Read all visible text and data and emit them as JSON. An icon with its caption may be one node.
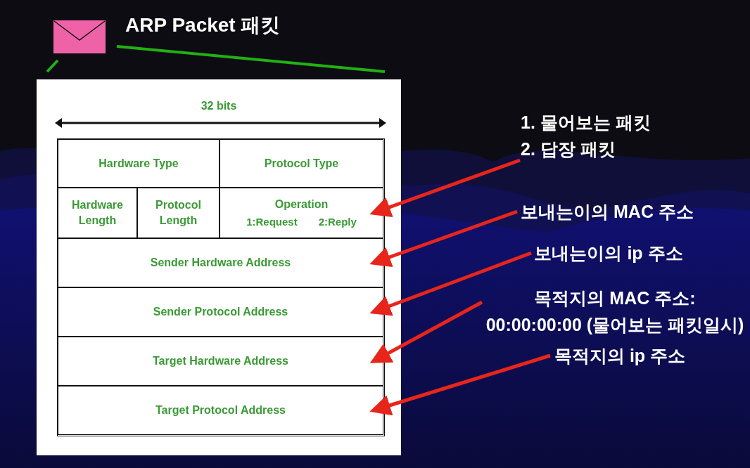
{
  "diagram": {
    "title": "ARP Packet 패킷",
    "nodes": [
      {
        "text": [
          "Hardware Type"
        ]
      },
      {
        "text": [
          "Protocol Type"
        ]
      },
      {
        "text": [
          "Hardware Length"
        ]
      },
      {
        "text": [
          "Protocol Length"
        ]
      },
      {
        "text": [
          "Operation",
          "1:Request",
          "2:Reply"
        ]
      },
      {
        "text": [
          "Sender Hardware Address"
        ]
      },
      {
        "text": [
          "Sender Protocol Address"
        ]
      },
      {
        "text": [
          "Target Hardware Address"
        ]
      },
      {
        "text": [
          "Target Protocol Address"
        ]
      },
      {
        "text": [
          "1. 물어보는 패킷",
          "2. 답장 패킷"
        ]
      },
      {
        "text": [
          "보내는이의 MAC 주소"
        ]
      },
      {
        "text": [
          "보내는이의 ip 주소"
        ]
      },
      {
        "text": [
          "목적지의 MAC 주소:",
          "00:00:00:00 (물어보는 패킷일시)"
        ]
      },
      {
        "text": [
          "목적지의 ip 주소"
        ]
      }
    ],
    "edges": [
      {
        "from": 9,
        "to": 4,
        "arrow": "to"
      },
      {
        "from": 10,
        "to": 5,
        "arrow": "to"
      },
      {
        "from": 11,
        "to": 6,
        "arrow": "to"
      },
      {
        "from": 12,
        "to": 7,
        "arrow": "to"
      },
      {
        "from": 13,
        "to": 8,
        "arrow": "to"
      }
    ],
    "labels": [
      "32 bits"
    ]
  }
}
